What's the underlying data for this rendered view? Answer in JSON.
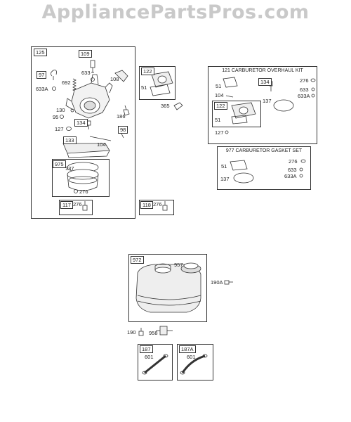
{
  "watermark": "AppliancePartsPros.com",
  "groups": {
    "g125": "125",
    "g109": "109",
    "g97": "97",
    "g134a": "134",
    "g98": "98",
    "g133": "133",
    "g975": "975",
    "g117": "117",
    "g122a": "122",
    "g118": "118",
    "g134b": "134",
    "g122b": "122",
    "g972": "972",
    "g187": "187",
    "g187a": "187A"
  },
  "kits": {
    "overhaul": "121 CARBURETOR OVERHAUL KIT",
    "gasket": "977 CARBURETOR GASKET SET"
  },
  "labels": {
    "p633_109": "633",
    "p692": "692",
    "p633a_97": "633A",
    "p108": "108",
    "p130": "130",
    "p95": "95",
    "p186": "186",
    "p127_a": "127",
    "p104_a": "104",
    "p137_a": "137",
    "p276_975": "276",
    "p276_117": "276",
    "p51_a": "51",
    "p365": "365",
    "p276_118": "276",
    "p51_kit": "51",
    "p104_kit": "104",
    "p276_kit": "276",
    "p633_kit": "633",
    "p633a_kit": "633A",
    "p137_kit": "137",
    "p51_kit2": "51",
    "p127_kit": "127",
    "p51_gs": "51",
    "p276_gs": "276",
    "p633_gs": "633",
    "p633a_gs": "633A",
    "p137_gs": "137",
    "p957": "957",
    "p190a": "190A",
    "p190": "190",
    "p958": "958",
    "p601_a": "601",
    "p601_b": "601"
  },
  "colors": {
    "line": "#333333",
    "watermark": "#c9c9c9",
    "shade": "#d8d8d8"
  }
}
